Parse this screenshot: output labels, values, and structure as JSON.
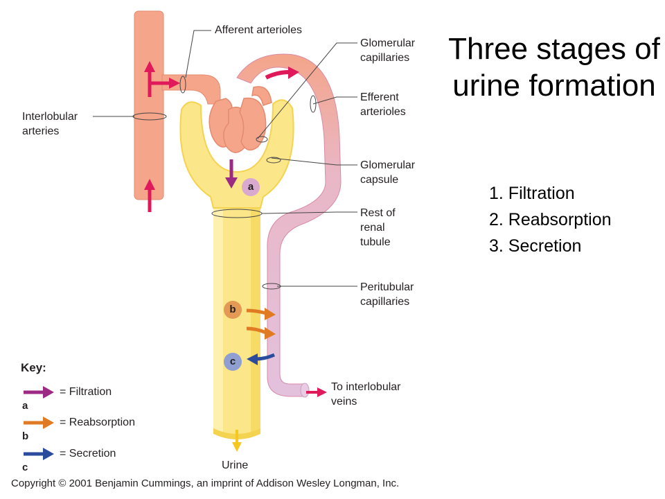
{
  "title": "Three stages of urine formation",
  "stages": [
    "1. Filtration",
    "2. Reabsorption",
    "3. Secretion"
  ],
  "labels": {
    "afferent": "Afferent arterioles",
    "glomerular_capillaries": [
      "Glomerular",
      "capillaries"
    ],
    "efferent": [
      "Efferent",
      "arterioles"
    ],
    "glomerular_capsule": [
      "Glomerular",
      "capsule"
    ],
    "renal_tubule": [
      "Rest of",
      "renal",
      "tubule"
    ],
    "peritubular": [
      "Peritubular",
      "capillaries"
    ],
    "interlobular_arteries": [
      "Interlobular",
      "arteries"
    ],
    "interlobular_veins": [
      "To interlobular",
      "veins"
    ],
    "urine": "Urine"
  },
  "badges": {
    "a": "a",
    "b": "b",
    "c": "c"
  },
  "key": {
    "title": "Key:",
    "items": [
      {
        "label": "= Filtration",
        "letter": "a"
      },
      {
        "label": "= Reabsorption",
        "letter": "b"
      },
      {
        "label": "= Secretion",
        "letter": "c"
      }
    ]
  },
  "colors": {
    "artery": "#f4a58a",
    "artery_dark": "#e48a6e",
    "tubule": "#fbe68a",
    "tubule_dark": "#f3d34f",
    "peritubular": "#e3c1dd",
    "filtration": "#9c2a84",
    "reabsorption": "#e07b24",
    "secretion": "#2b4c9c",
    "blood_flow": "#e0195a",
    "urine_arrow": "#f4c81e",
    "badge_a": "#d9a9cf",
    "badge_b": "#e49a55",
    "badge_c": "#8f9fd1"
  },
  "copyright": "Copyright © 2001 Benjamin Cummings, an imprint of Addison Wesley Longman, Inc."
}
